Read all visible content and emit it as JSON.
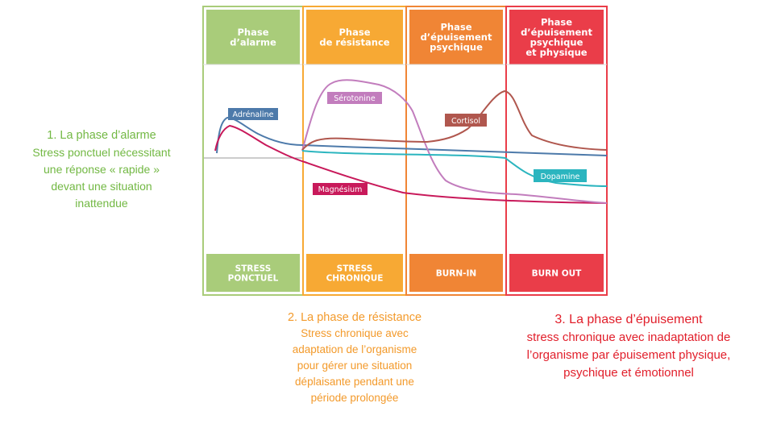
{
  "phases": [
    {
      "title": [
        "Phase",
        "d’alarme"
      ],
      "footer": [
        "STRESS",
        "PONCTUEL"
      ],
      "color": "#a9cc7a"
    },
    {
      "title": [
        "Phase",
        "de résistance"
      ],
      "footer": [
        "STRESS",
        "CHRONIQUE"
      ],
      "color": "#f7a934"
    },
    {
      "title": [
        "Phase",
        "d’épuisement",
        "psychique"
      ],
      "footer": [
        "BURN-IN"
      ],
      "color": "#f08535"
    },
    {
      "title": [
        "Phase",
        "d’épuisement",
        "psychique",
        "et physique"
      ],
      "footer": [
        "BURN OUT"
      ],
      "color": "#ea3d49"
    }
  ],
  "curves": [
    {
      "label": "Adrénaline",
      "color": "#4d7aaa"
    },
    {
      "label": "Sérotonine",
      "color": "#c27dbd"
    },
    {
      "label": "Cortisol",
      "color": "#b0574e"
    },
    {
      "label": "Dopamine",
      "color": "#2bb5bf"
    },
    {
      "label": "Magnésium",
      "color": "#c8195a"
    }
  ],
  "descriptions": {
    "alarm": {
      "heading": "1. La phase d’alarme",
      "lines": [
        "Stress ponctuel nécessitant",
        "une réponse « rapide »",
        "devant une situation",
        "inattendue"
      ]
    },
    "resistance": {
      "heading": "2. La phase de résistance",
      "lines": [
        "Stress chronique avec",
        "adaptation de l’organisme",
        "pour gérer une situation",
        "déplaisante pendant une",
        "période prolongée"
      ]
    },
    "exhaustion": {
      "heading": "3. La phase d’épuisement",
      "lines": [
        "stress chronique avec inadaptation de",
        "l’organisme par épuisement physique,",
        "psychique et émotionnel"
      ]
    }
  }
}
